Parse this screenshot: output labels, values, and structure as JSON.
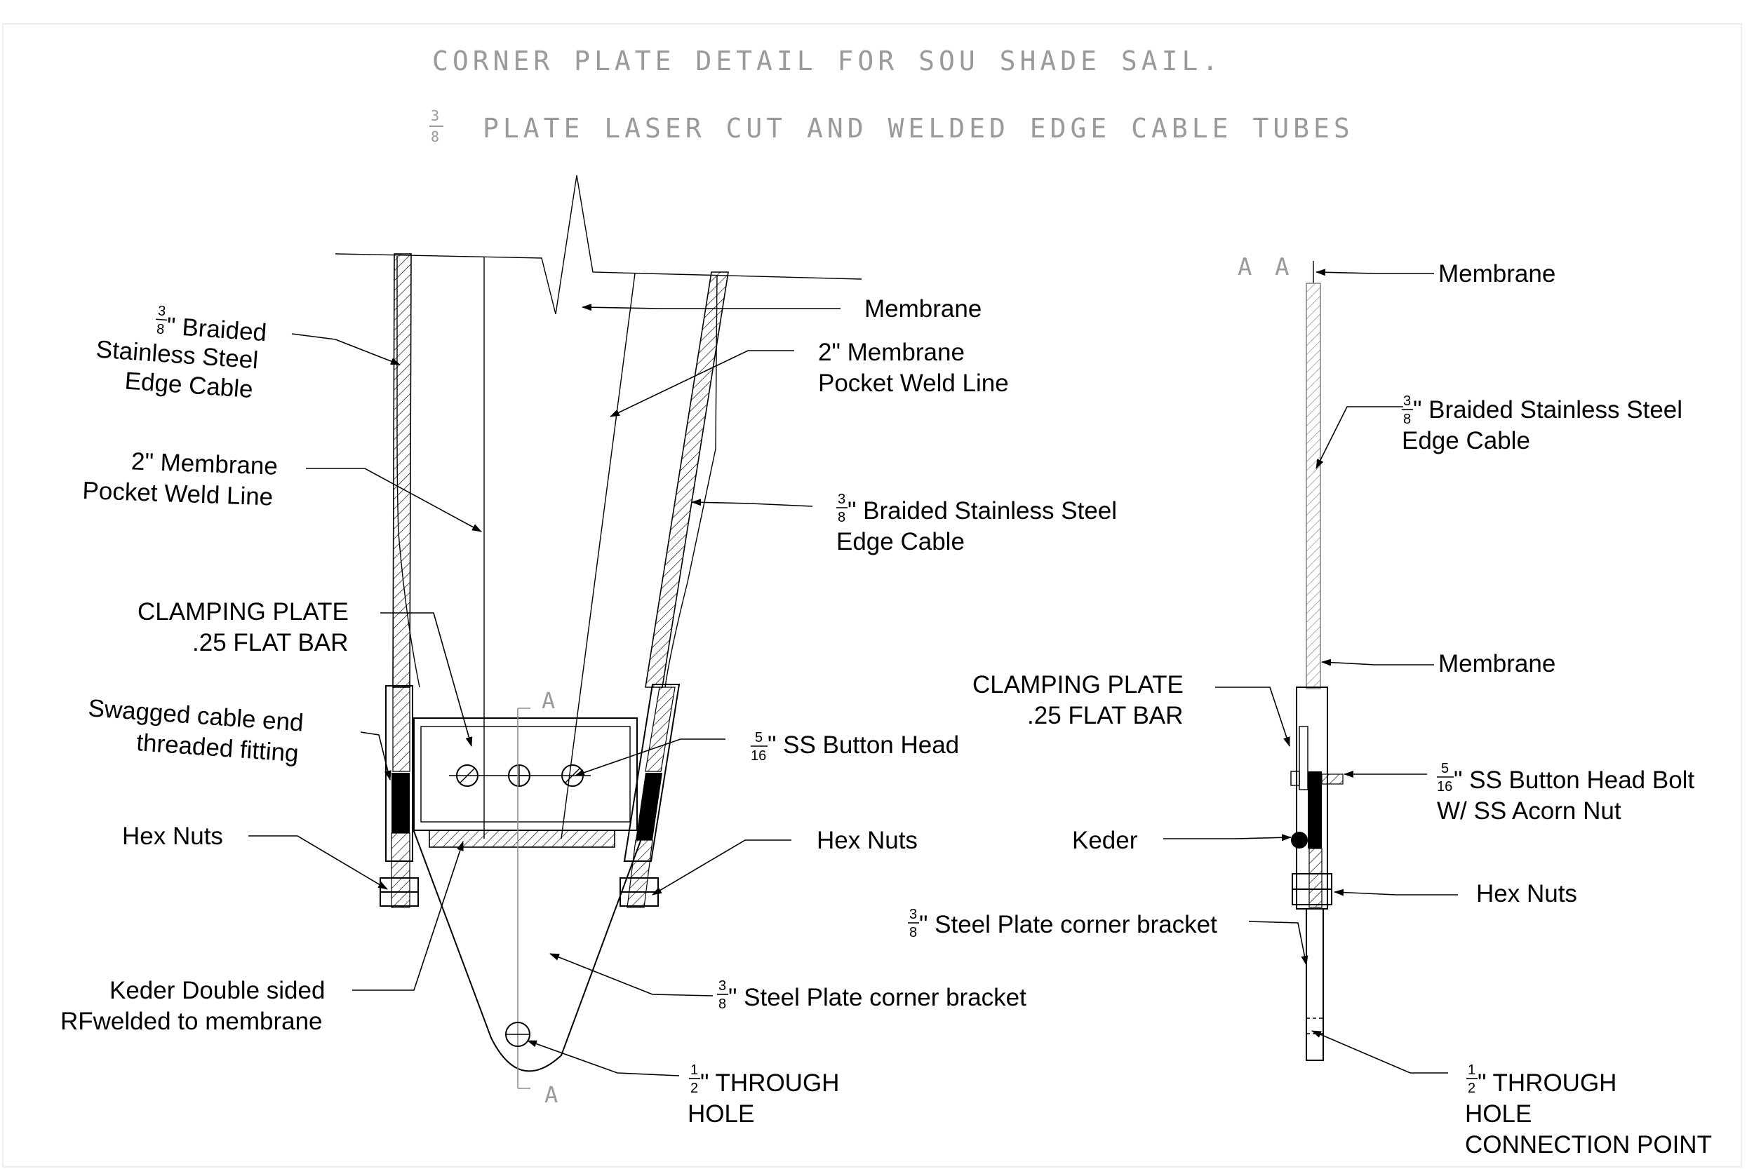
{
  "title": {
    "line1": "CORNER PLATE DETAIL FOR SOU SHADE SAIL.",
    "frac_num": "3",
    "frac_den": "8",
    "line2": "PLATE LASER CUT AND WELDED EDGE CABLE TUBES"
  },
  "section_marks": {
    "section": "A A",
    "cut_top": "A",
    "cut_bottom": "A"
  },
  "left_view": {
    "braided_cable": {
      "num": "3",
      "den": "8",
      "l1": "\" Braided",
      "l2": "Stainless Steel",
      "l3": "Edge Cable"
    },
    "membrane": "Membrane",
    "weld_line_right": {
      "l1": "2\" Membrane",
      "l2": "Pocket Weld Line"
    },
    "weld_line_left": {
      "l1": "2\" Membrane",
      "l2": "Pocket Weld Line"
    },
    "braided_cable_right": {
      "num": "3",
      "den": "8",
      "l1": "\" Braided Stainless Steel",
      "l2": "Edge Cable"
    },
    "clamping_plate": {
      "l1": "CLAMPING PLATE",
      "l2": ".25 FLAT BAR"
    },
    "swagged": {
      "l1": "Swagged cable end",
      "l2": "threaded fitting"
    },
    "button_head": {
      "num": "5",
      "den": "16",
      "text": "\" SS Button Head"
    },
    "hex_nuts_left": "Hex Nuts",
    "hex_nuts_right": "Hex Nuts",
    "keder": {
      "l1": "Keder Double sided",
      "l2": "RFwelded to membrane"
    },
    "steel_plate": {
      "num": "3",
      "den": "8",
      "text": "\" Steel Plate corner bracket"
    },
    "through_hole": {
      "num": "1",
      "den": "2",
      "l1": "\" THROUGH",
      "l2": "HOLE"
    }
  },
  "right_view": {
    "membrane_top": "Membrane",
    "braided_cable": {
      "num": "3",
      "den": "8",
      "l1": "\" Braided Stainless Steel",
      "l2": "Edge Cable"
    },
    "membrane_mid": "Membrane",
    "clamping_plate": {
      "l1": "CLAMPING PLATE",
      "l2": ".25 FLAT BAR"
    },
    "button_head_bolt": {
      "num": "5",
      "den": "16",
      "l1": "\" SS Button Head Bolt",
      "l2": "W/ SS Acorn Nut"
    },
    "keder": "Keder",
    "hex_nuts": "Hex Nuts",
    "steel_plate": {
      "num": "3",
      "den": "8",
      "text": "\" Steel Plate corner bracket"
    },
    "through_hole": {
      "num": "1",
      "den": "2",
      "l1": "\" THROUGH",
      "l2": "HOLE",
      "l3": "CONNECTION POINT"
    }
  }
}
